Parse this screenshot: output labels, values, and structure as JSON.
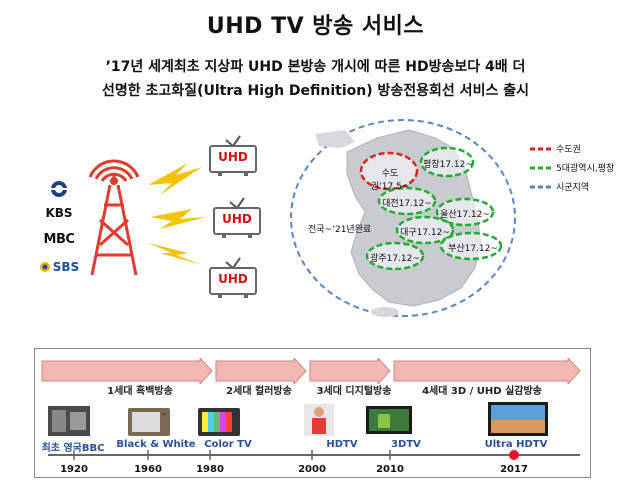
{
  "title": "UHD TV 방송 서비스",
  "subtitle_line1": "’17년 세계최초 지상파 UHD 본방송 개시에 따른  HD방송보다 4배 더",
  "subtitle_line2": "선명한 초고화질(Ultra High Definition) 방송전용회선 서비스 출시",
  "broadcasters": [
    {
      "name": "KBS",
      "color": "#1f3c86"
    },
    {
      "name": "MBC",
      "color": "#111111"
    },
    {
      "name": "SBS",
      "color": "#1b4f9c"
    }
  ],
  "tv_labels": [
    "UHD",
    "UHD",
    "UHD"
  ],
  "map": {
    "regions": {
      "capital": "수도권‘17.5~",
      "pyeongchang": "평창17.12~",
      "daejeon": "대전17.12~",
      "ulsan": "울산17.12~",
      "daegu": "대구17.12~",
      "busan": "부산17.12~",
      "gwangju": "광주17.12~"
    },
    "nationwide": "전국~‘21년완료"
  },
  "legend": [
    {
      "label": "수도권",
      "color": "#e02020"
    },
    {
      "label": "5대광역시,평창",
      "color": "#22aa33"
    },
    {
      "label": "시군지역",
      "color": "#5a86c8"
    }
  ],
  "timeline": {
    "eras": [
      {
        "label": "1세대 흑백방송"
      },
      {
        "label": "2세대 컬러방송"
      },
      {
        "label": "3세대 디지털방송"
      },
      {
        "label": "4세대 3D / UHD 실감방송"
      }
    ],
    "items": [
      {
        "label": "최초 영국BBC",
        "year": "1920"
      },
      {
        "label": "Black & White",
        "year": "1960"
      },
      {
        "label": "Color TV",
        "year": "1980"
      },
      {
        "label": "HDTV",
        "year": "2000"
      },
      {
        "label": "3DTV",
        "year": "2010"
      },
      {
        "label": "Ultra HDTV",
        "year": "2017"
      }
    ]
  },
  "colors": {
    "arrow": "#f2b7b2",
    "arrow_stroke": "#c98a86",
    "tower": "#e23a2c",
    "bolt": "#f2c400",
    "map_land": "#c8cbd0",
    "timeline_line": "#666666",
    "marker_2017": "#e8112d"
  }
}
